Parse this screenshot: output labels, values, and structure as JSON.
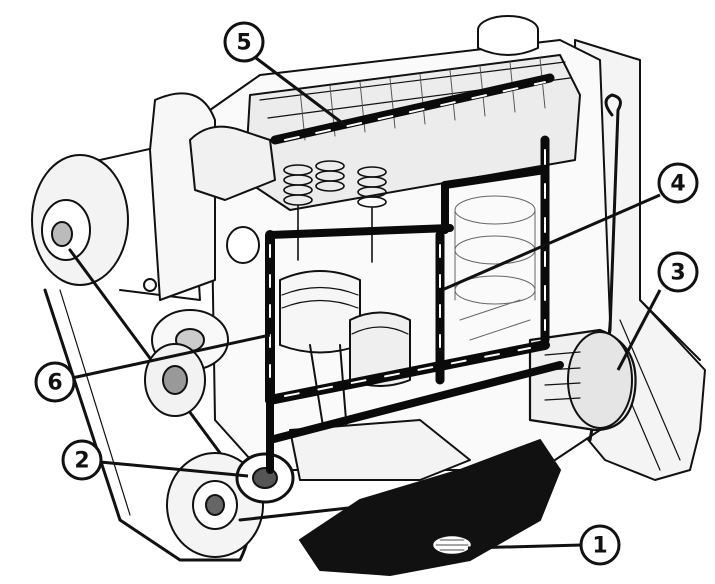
{
  "callouts": [
    {
      "id": "1",
      "label": "1"
    },
    {
      "id": "2",
      "label": "2"
    },
    {
      "id": "3",
      "label": "3"
    },
    {
      "id": "4",
      "label": "4"
    },
    {
      "id": "5",
      "label": "5"
    },
    {
      "id": "6",
      "label": "6"
    }
  ],
  "colors": {
    "ink": "#111111",
    "oil_path": "#0a0a0a",
    "paper": "#ffffff",
    "shade": "#8a8a8a"
  }
}
